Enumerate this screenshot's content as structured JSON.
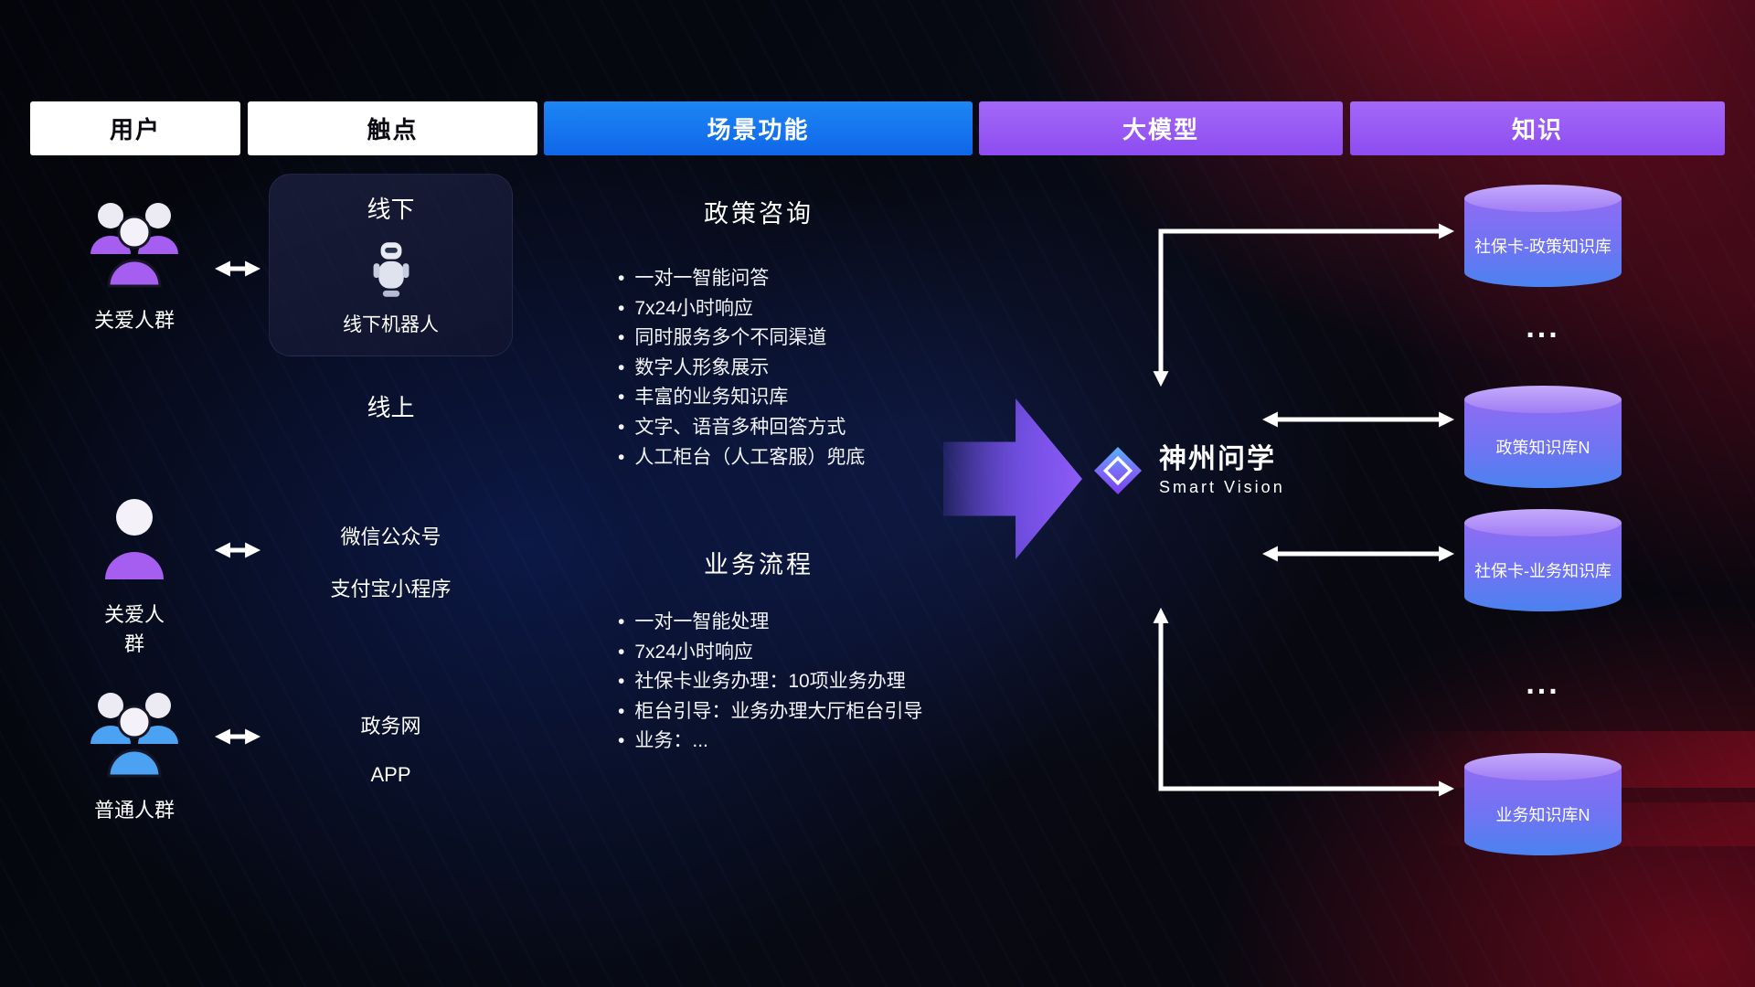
{
  "header": {
    "columns": [
      {
        "label": "用户"
      },
      {
        "label": "触点"
      },
      {
        "label": "场景功能"
      },
      {
        "label": "大模型"
      },
      {
        "label": "知识"
      }
    ]
  },
  "users": [
    {
      "label": "关爱人群"
    },
    {
      "label": "关爱人群"
    },
    {
      "label": "普通人群"
    }
  ],
  "touchpoint": {
    "offline_title": "线下",
    "offline_robot_label": "线下机器人",
    "online_title": "线上",
    "channels": [
      "微信公众号",
      "支付宝小程序",
      "政务网",
      "APP"
    ]
  },
  "scenario": {
    "sections": [
      {
        "title": "政策咨询",
        "items": [
          "一对一智能问答",
          "7x24小时响应",
          "同时服务多个不同渠道",
          "数字人形象展示",
          "丰富的业务知识库",
          "文字、语音多种回答方式",
          "人工柜台（人工客服）兜底"
        ]
      },
      {
        "title": "业务流程",
        "items": [
          "一对一智能处理",
          "7x24小时响应",
          "社保卡业务办理：10项业务办理",
          "柜台引导：业务办理大厅柜台引导",
          "业务：..."
        ]
      }
    ]
  },
  "model": {
    "name": "神州问学",
    "subtitle": "Smart Vision"
  },
  "knowledge": {
    "databases": [
      "社保卡-政策知识库",
      "政策知识库N",
      "社保卡-业务知识库",
      "业务知识库N"
    ],
    "ellipsis": "..."
  },
  "colors": {
    "header_blue": "#1677f0",
    "header_purple": "#9b5cf6",
    "db_top": "#b79bf8",
    "db_bottom": "#4b82f0",
    "accent_purple": "#8f5cf8",
    "people_purple": "#a55ef0",
    "people_blue": "#4ba1f2",
    "arrow_white": "#ffffff"
  }
}
